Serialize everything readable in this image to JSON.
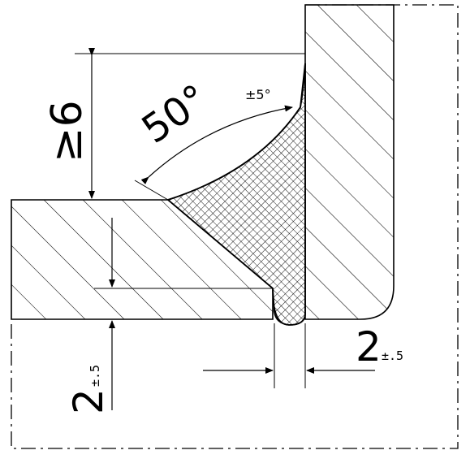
{
  "drawing": {
    "min_height_label": "≥6",
    "angle_label": "50°",
    "angle_tolerance_label": "±5°",
    "bottom_gap": {
      "value": "2",
      "tolerance": "±.5"
    },
    "right_gap": {
      "value": "2",
      "tolerance": "±.5"
    }
  },
  "colors": {
    "stroke": "#000000",
    "background": "#ffffff"
  }
}
